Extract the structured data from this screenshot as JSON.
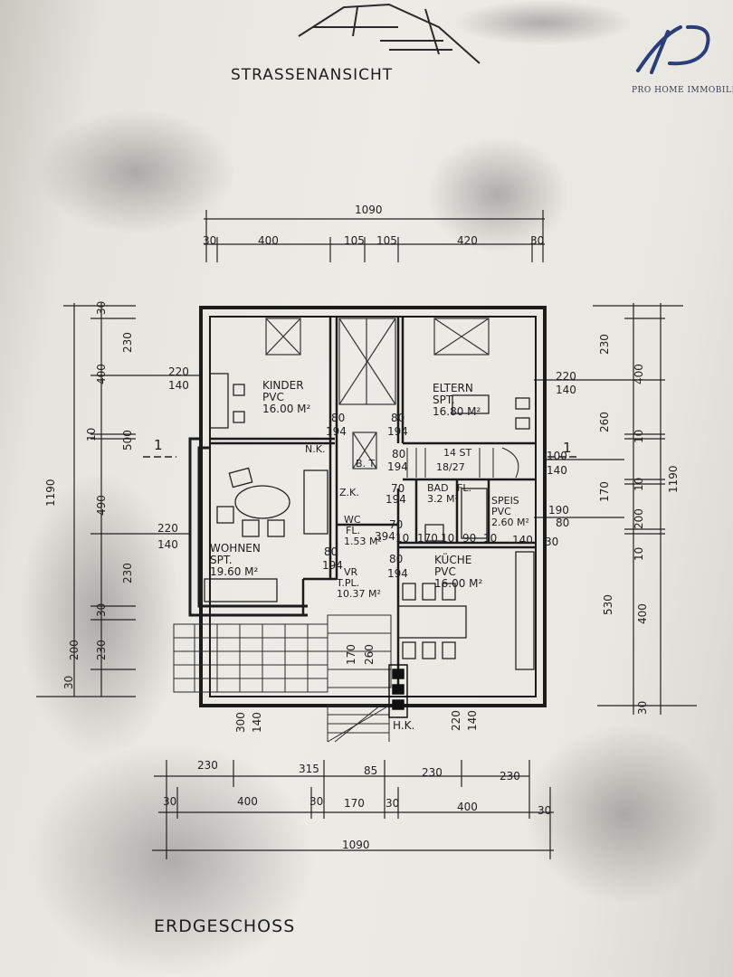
{
  "header": {
    "street_view": "STRASSENANSICHT"
  },
  "footer": {
    "floor_name": "ERDGESCHOSS"
  },
  "logo": {
    "text": "PRO HOME IMMOBILIEN",
    "monogram": "HP"
  },
  "rooms": {
    "kinder": {
      "name": "KINDER",
      "floor": "PVC",
      "area": "16.00 M²"
    },
    "eltern": {
      "name": "ELTERN",
      "type": "SPT.",
      "area": "16.80 M²"
    },
    "wohnen": {
      "name": "WOHNEN",
      "type": "SPT.",
      "area": "19.60 M²"
    },
    "kueche": {
      "name": "KÜCHE",
      "floor": "PVC",
      "area": "16.00 M²"
    },
    "bad": {
      "name": "BAD",
      "floor": "FL.",
      "area": "3.2 M²"
    },
    "speis": {
      "name": "SPEIS",
      "floor": "PVC",
      "area": "2.60 M²"
    },
    "wc": {
      "name": "WC",
      "floor": "FL.",
      "area": "1.53 M²"
    },
    "vr": {
      "name": "VR",
      "floor": "T.PL.",
      "area": "10.37 M²"
    },
    "nk": "N.K.",
    "bt": "B. T.",
    "zk": "Z.K.",
    "hk": "H.K.",
    "stairs": {
      "steps": "14 ST",
      "ratio": "18/27"
    }
  },
  "dims_top": {
    "total": "1090",
    "segments": [
      "30",
      "400",
      "105",
      "105",
      "420",
      "30"
    ]
  },
  "dims_bottom_outer": {
    "segments": [
      "230",
      "315",
      "85",
      "230",
      "230"
    ]
  },
  "dims_bottom_inner": {
    "segments": [
      "30",
      "400",
      "30",
      "170",
      "30",
      "400",
      "30"
    ],
    "total": "1090"
  },
  "dims_left": {
    "total": "1190",
    "segments": [
      "30",
      "230",
      "400",
      "10",
      "500",
      "490",
      "230",
      "30",
      "200",
      "230",
      "30"
    ]
  },
  "dims_right": {
    "total": "1190",
    "segments": [
      "230",
      "400",
      "260",
      "10",
      "170",
      "10",
      "200",
      "10",
      "530",
      "400",
      "30"
    ]
  },
  "openings": {
    "kinder_window": [
      "220",
      "140"
    ],
    "eltern_window": [
      "220",
      "140"
    ],
    "wohnen_window": [
      "220",
      "140"
    ],
    "speis_window": [
      "190",
      "80"
    ],
    "right_small": [
      "100",
      "140"
    ],
    "hk_window": [
      "220",
      "140"
    ],
    "door_80_194": [
      "80",
      "194"
    ],
    "door_70_194": [
      "70",
      "194"
    ],
    "inner_labels": [
      "394",
      "10",
      "170",
      "10",
      "90",
      "10",
      "140",
      "30"
    ],
    "terrace": [
      "300",
      "140"
    ],
    "stair_dims": [
      "170",
      "260"
    ],
    "stair_right": [
      "100"
    ],
    "section_mark": "1"
  }
}
